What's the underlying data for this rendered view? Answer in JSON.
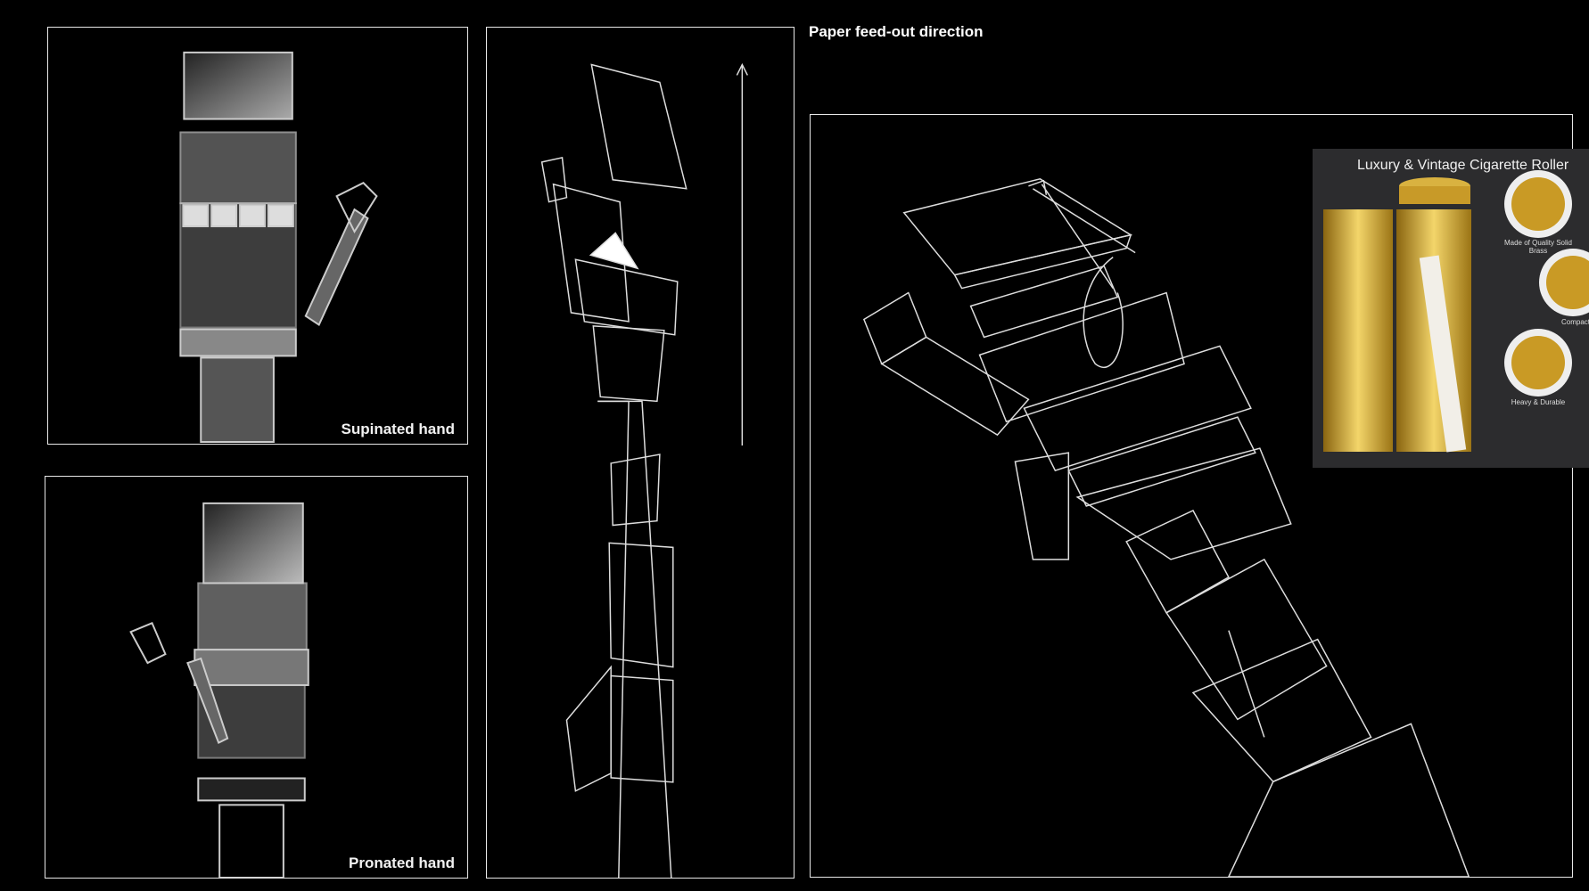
{
  "panels": {
    "supinated": {
      "label": "Supinated hand"
    },
    "pronated": {
      "label": "Pronated hand"
    },
    "feed_direction": {
      "caption": "Paper feed-out direction"
    }
  },
  "inset": {
    "title": "Luxury & Vintage Cigarette Roller",
    "features": [
      "Made of Quality Solid Brass",
      "Compact",
      "Heavy & Durable"
    ]
  },
  "colors": {
    "background": "#000000",
    "line": "#e8e8e8",
    "brass": "#d4a82a",
    "inset_bg": "#2c2c2e"
  }
}
